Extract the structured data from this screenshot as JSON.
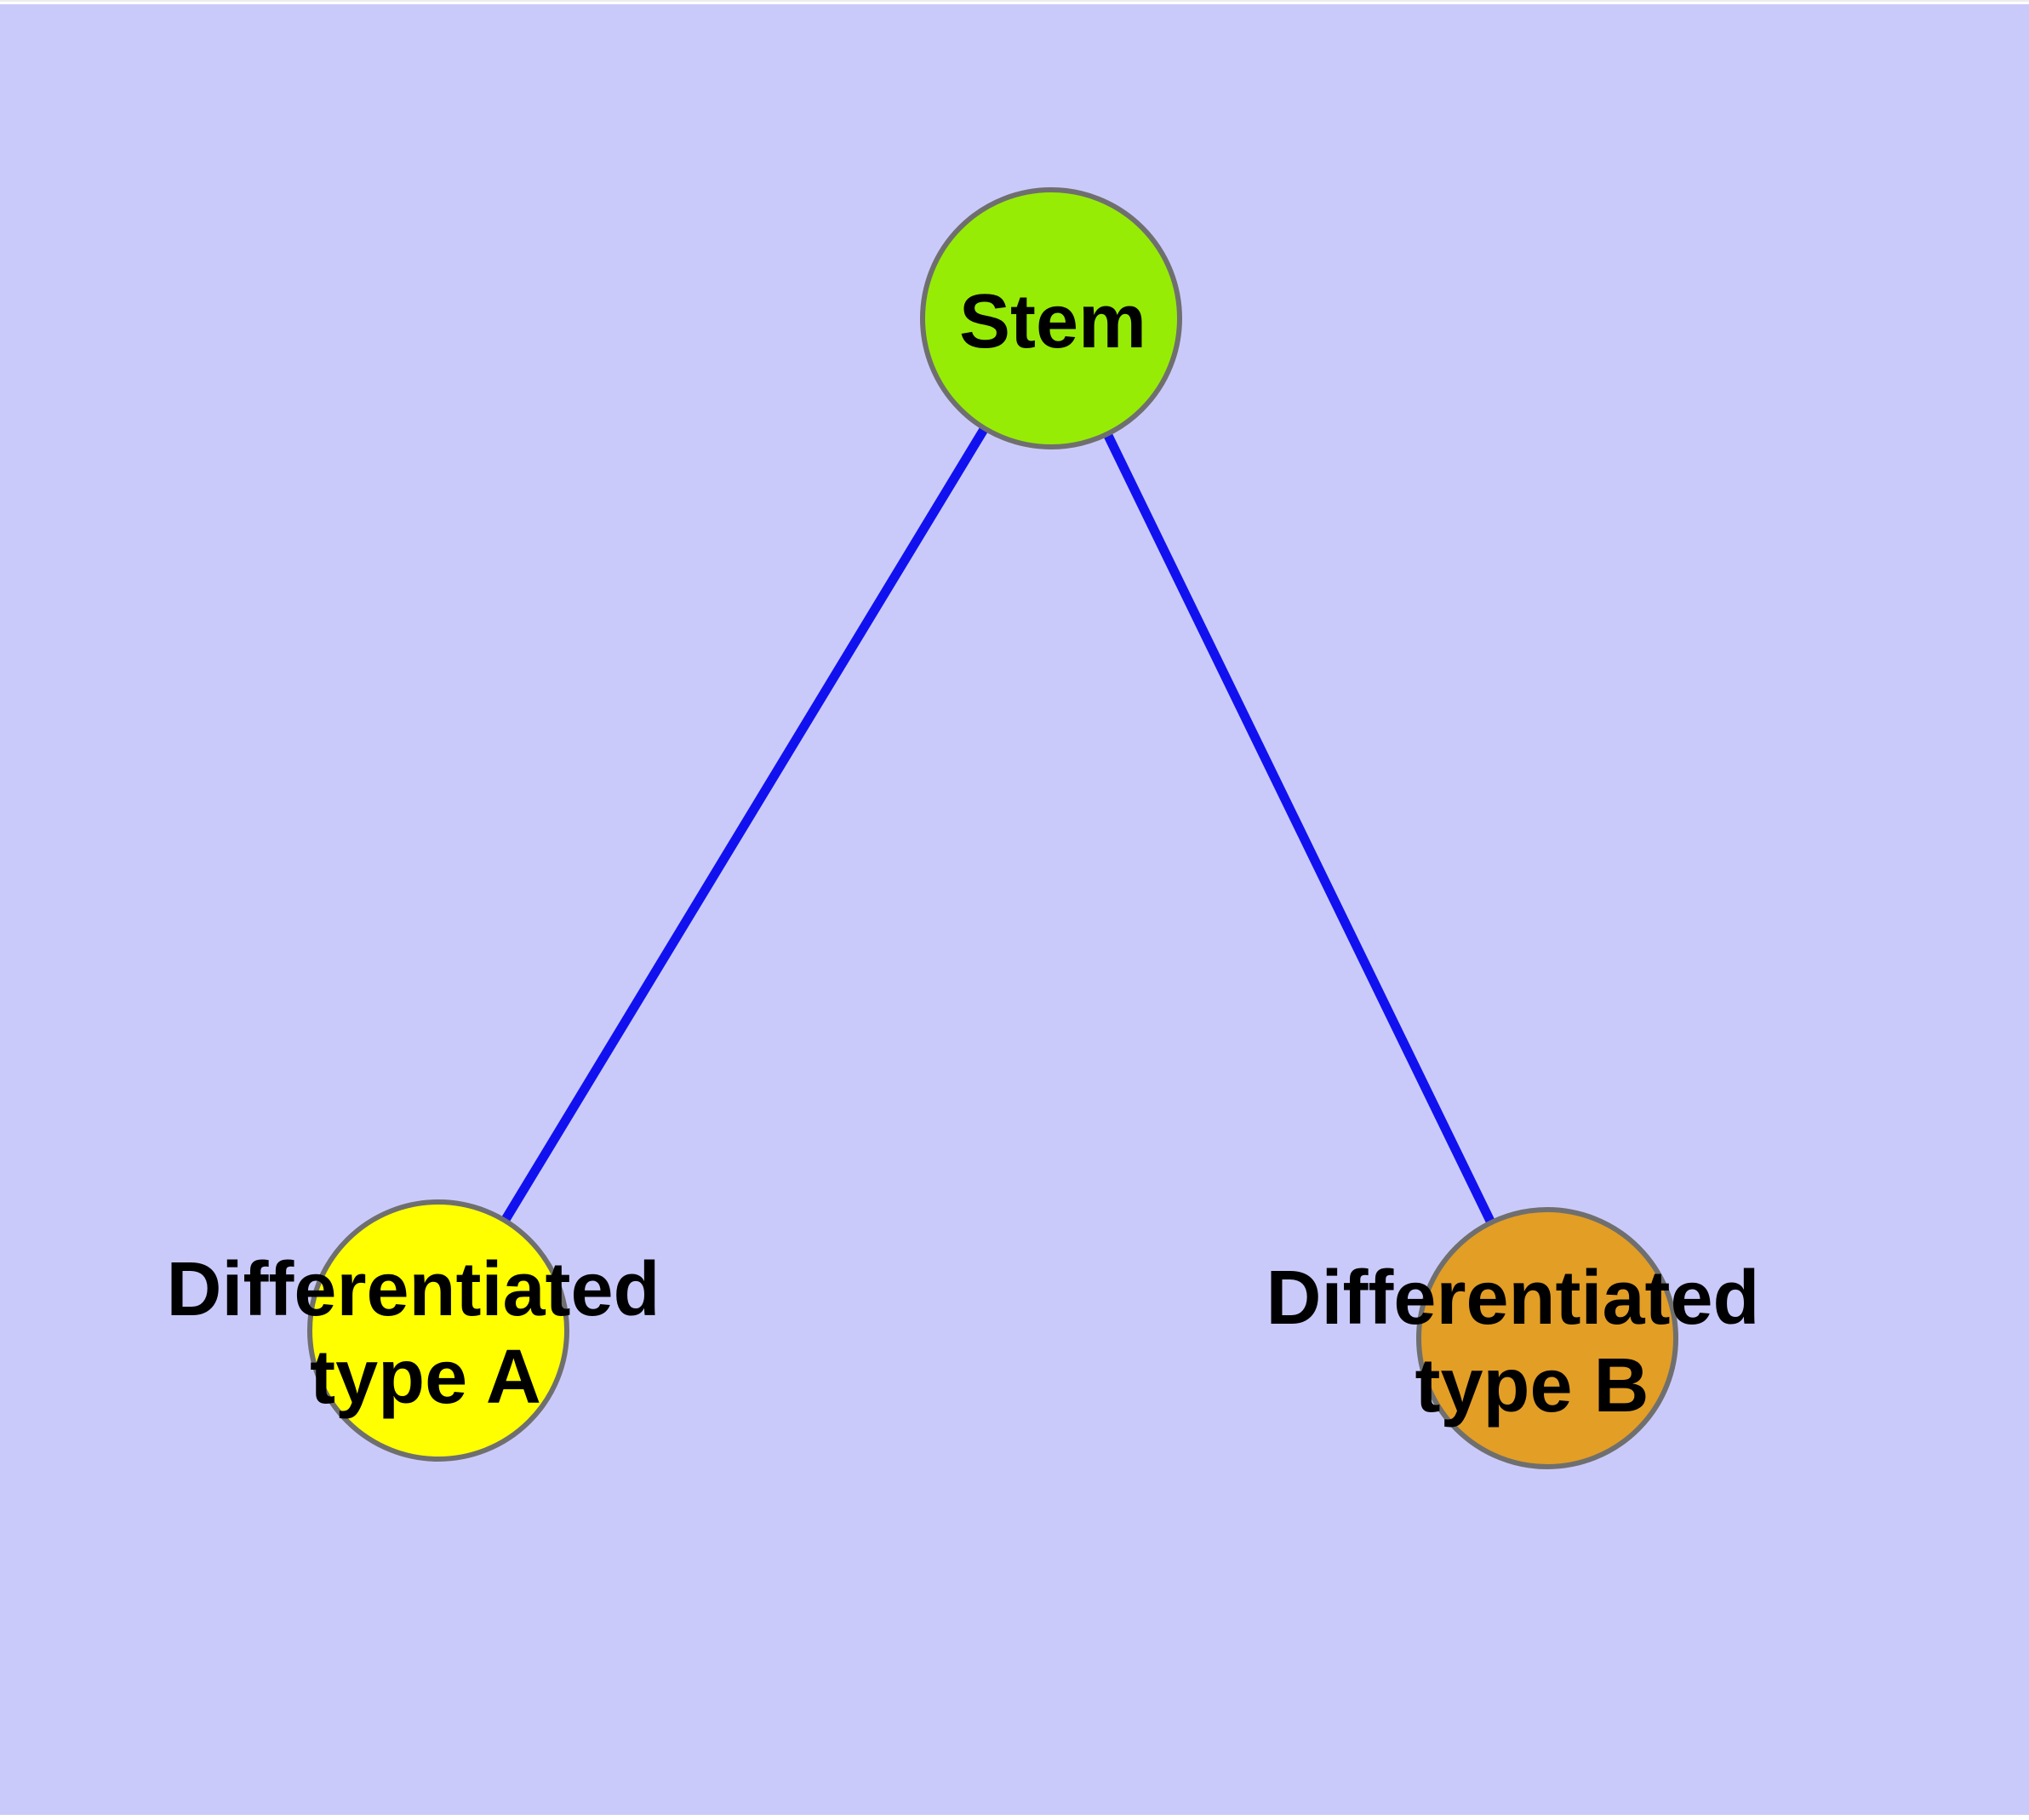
{
  "figure": {
    "description": "Cell differentiation graph: a stem node with two directed edges to differentiated cell type nodes",
    "colors": {
      "panel_background": "#cacafa",
      "frame_background": "#ffffff",
      "frame_top_line": "#ededed",
      "edge": "#1111f0",
      "node_border": "#6f6f6f",
      "label_text": "#000000"
    },
    "nodes": {
      "stem": {
        "label": "Stem",
        "color": "#97ec06"
      },
      "type_a": {
        "label_line1": "Differentiated",
        "label_line2": "type A",
        "color": "#ffff00"
      },
      "type_b": {
        "label_line1": "Differentiated",
        "label_line2": "type B",
        "color": "#e39e25"
      }
    },
    "edges": [
      {
        "from": "stem",
        "to": "type_a"
      },
      {
        "from": "stem",
        "to": "type_b"
      }
    ]
  }
}
